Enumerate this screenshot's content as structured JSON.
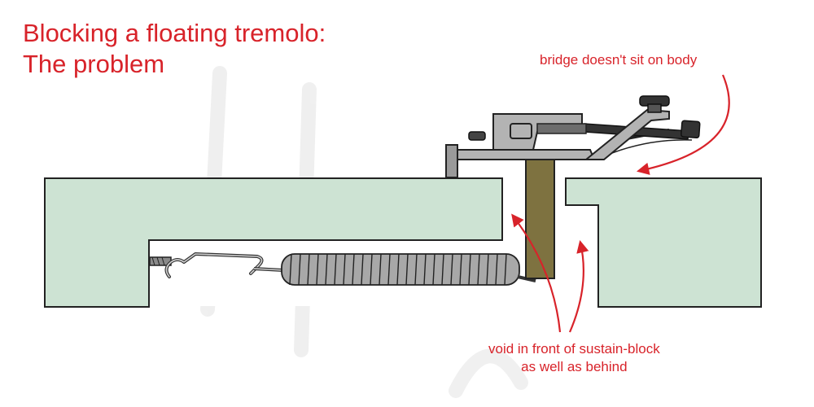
{
  "title": {
    "line1": "Blocking a floating tremolo:",
    "line2": "The problem"
  },
  "annotations": {
    "bridge": "bridge doesn't sit on body",
    "void_line1": "void in front of sustain-block",
    "void_line2": "as well as behind"
  },
  "colors": {
    "accent": "#d8232a",
    "body_wood": "#cde3d3",
    "sustain_block": "#7e7240",
    "bridge_metal": "#b3b3b3",
    "spring": "#a8a8a8"
  },
  "icons": [
    "guitar-body-cross-section",
    "tremolo-bridge",
    "sustain-block",
    "tremolo-spring",
    "spring-claw",
    "claw-screw",
    "tremolo-arm"
  ]
}
